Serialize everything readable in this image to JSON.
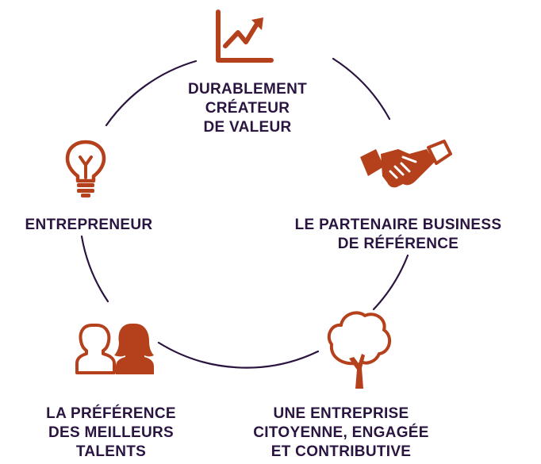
{
  "colors": {
    "accent": "#b5401c",
    "ring": "#2a1440",
    "text": "#2a1440"
  },
  "nodes": [
    {
      "id": "value",
      "icon": "growth-chart-icon",
      "lines": [
        "DURABLEMENT",
        "CRÉATEUR",
        "DE VALEUR"
      ]
    },
    {
      "id": "partner",
      "icon": "handshake-icon",
      "lines": [
        "LE PARTENAIRE BUSINESS",
        "DE RÉFÉRENCE"
      ]
    },
    {
      "id": "citizen",
      "icon": "tree-icon",
      "lines": [
        "UNE ENTREPRISE",
        "CITOYENNE, ENGAGÉE",
        "ET CONTRIBUTIVE"
      ]
    },
    {
      "id": "talents",
      "icon": "people-icon",
      "lines": [
        "LA PRÉFÉRENCE",
        "DES MEILLEURS",
        "TALENTS"
      ]
    },
    {
      "id": "entrepreneur",
      "icon": "lightbulb-icon",
      "lines": [
        "ENTREPRENEUR"
      ]
    }
  ]
}
